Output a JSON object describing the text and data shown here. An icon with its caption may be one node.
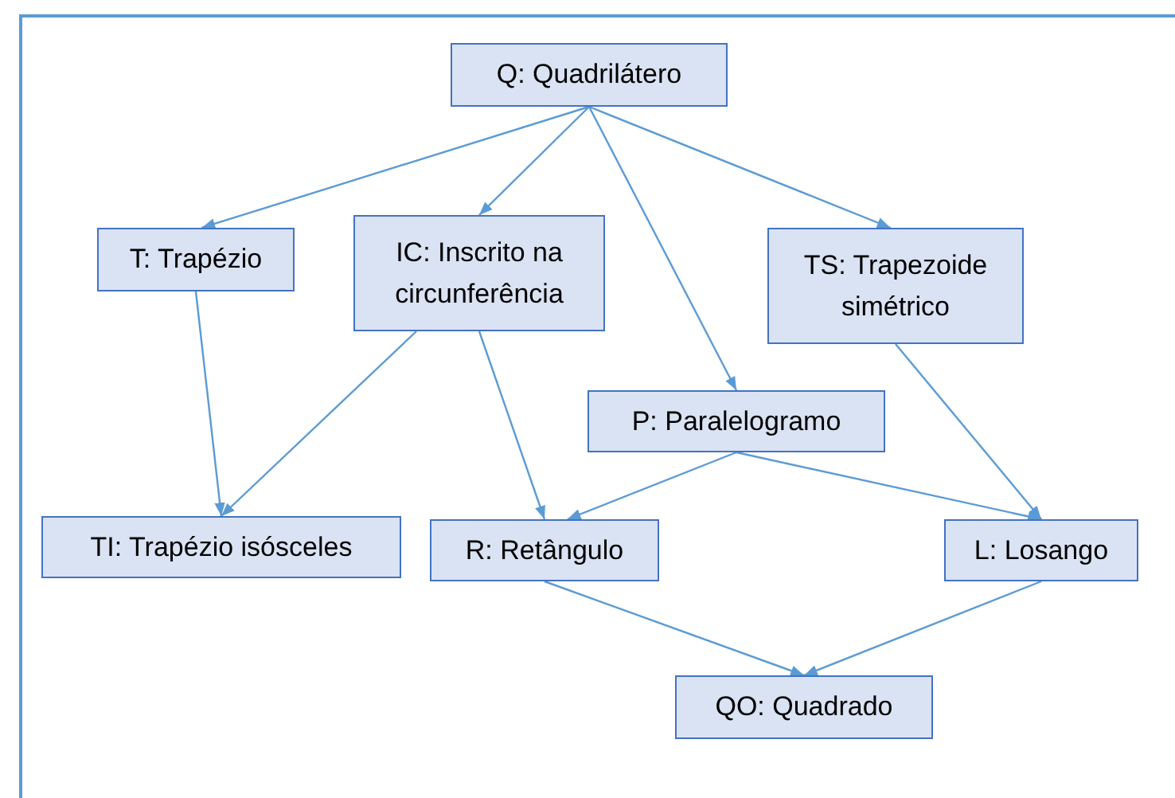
{
  "diagram": {
    "nodes": [
      {
        "text": [
          "Q: Quadrilátero"
        ]
      },
      {
        "text": [
          "T: Trapézio"
        ]
      },
      {
        "text": [
          "IC: Inscrito na circunferência"
        ]
      },
      {
        "text": [
          "TS: Trapezoide simétrico"
        ]
      },
      {
        "text": [
          "P: Paralelogramo"
        ]
      },
      {
        "text": [
          "TI: Trapézio isósceles"
        ]
      },
      {
        "text": [
          "R: Retângulo"
        ]
      },
      {
        "text": [
          "L: Losango"
        ]
      },
      {
        "text": [
          "QO: Quadrado"
        ]
      }
    ],
    "edges": [
      {
        "from": 0,
        "to": 1,
        "arrow": "to"
      },
      {
        "from": 0,
        "to": 2,
        "arrow": "to"
      },
      {
        "from": 0,
        "to": 4,
        "arrow": "to"
      },
      {
        "from": 0,
        "to": 3,
        "arrow": "to"
      },
      {
        "from": 1,
        "to": 5,
        "arrow": "to"
      },
      {
        "from": 2,
        "to": 5,
        "arrow": "to"
      },
      {
        "from": 2,
        "to": 6,
        "arrow": "to"
      },
      {
        "from": 3,
        "to": 7,
        "arrow": "to"
      },
      {
        "from": 4,
        "to": 6,
        "arrow": "to"
      },
      {
        "from": 4,
        "to": 7,
        "arrow": "to"
      },
      {
        "from": 6,
        "to": 8,
        "arrow": "to"
      },
      {
        "from": 7,
        "to": 8,
        "arrow": "to"
      }
    ]
  }
}
